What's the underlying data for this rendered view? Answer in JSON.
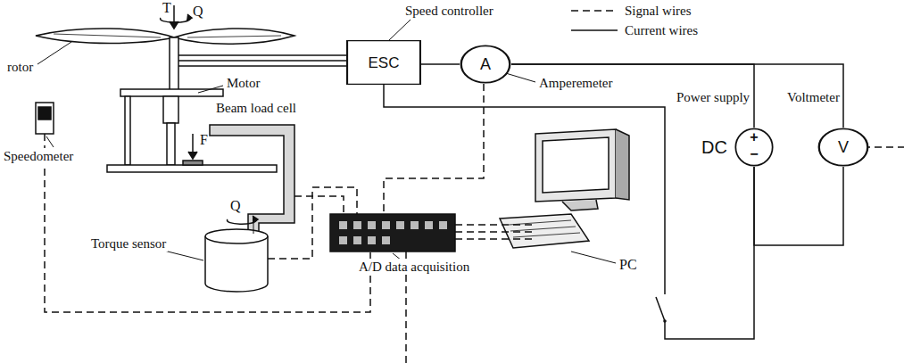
{
  "diagram": {
    "nodes": [
      {
        "text": [
          "ESC"
        ]
      },
      {
        "text": [
          "A"
        ]
      },
      {
        "text": [
          "DC",
          "+",
          "−"
        ]
      },
      {
        "text": [
          "V"
        ]
      }
    ],
    "edges": [
      {
        "from": 0,
        "to": 1,
        "arrow": "none"
      },
      {
        "from": 1,
        "to": 2,
        "arrow": "none"
      },
      {
        "from": 1,
        "to": 3,
        "arrow": "none"
      },
      {
        "from": 0,
        "to": 2,
        "arrow": "none"
      },
      {
        "from": 2,
        "to": 3,
        "arrow": "none"
      }
    ],
    "labels": [
      "T",
      "Q",
      "Speed controller",
      "rotor",
      "Motor",
      "Beam load cell",
      "F",
      "Amperemeter",
      "Power supply",
      "Voltmeter",
      "Speedometer",
      "Q",
      "Torque sensor",
      "A/D data acquisition",
      "PC"
    ],
    "legend": [
      {
        "text": "Signal wires"
      },
      {
        "text": "Current wires"
      }
    ]
  }
}
